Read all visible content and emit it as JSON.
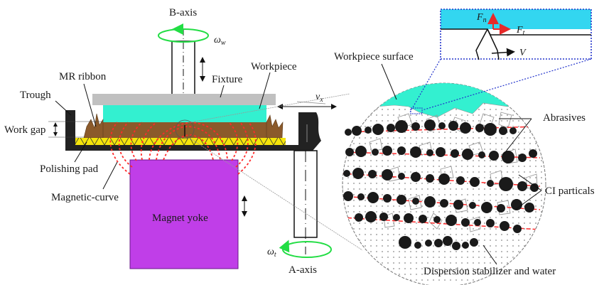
{
  "labels": {
    "b_axis": "B-axis",
    "a_axis": "A-axis",
    "omega_w": "ω",
    "omega_w_sub": "w",
    "omega_t": "ω",
    "omega_t_sub": "t",
    "mr_ribbon": "MR ribbon",
    "trough": "Trough",
    "work_gap": "Work gap",
    "fixture": "Fixture",
    "workpiece": "Workpiece",
    "polishing_pad": "Polishing pad",
    "magnetic_curve": "Magnetic-curve",
    "magnet_yoke": "Magnet yoke",
    "v_x": "v",
    "v_x_sub": "x",
    "workpiece_surface": "Workpiece surface",
    "abrasives": "Abrasives",
    "ci_particals": "CI particals",
    "dispersion": "Dispersion stabilizer and water",
    "f_n": "F",
    "f_n_sub": "n",
    "f_t": "F",
    "f_t_sub": "t",
    "v": "V"
  },
  "colors": {
    "fixture": "#c0c0c0",
    "workpiece": "#33f0d0",
    "mr_fluid": "#8b5a2b",
    "pad": "#f5e50a",
    "trough": "#222222",
    "magnet": "#c03ee8",
    "field_lines": "#ff2a2a",
    "rotation": "#22dd44",
    "inset_fill": "#33d6f0",
    "inset_border": "#2233cc",
    "force_arrow": "#e82a2a",
    "ci_particle": "#1a1a1a"
  }
}
